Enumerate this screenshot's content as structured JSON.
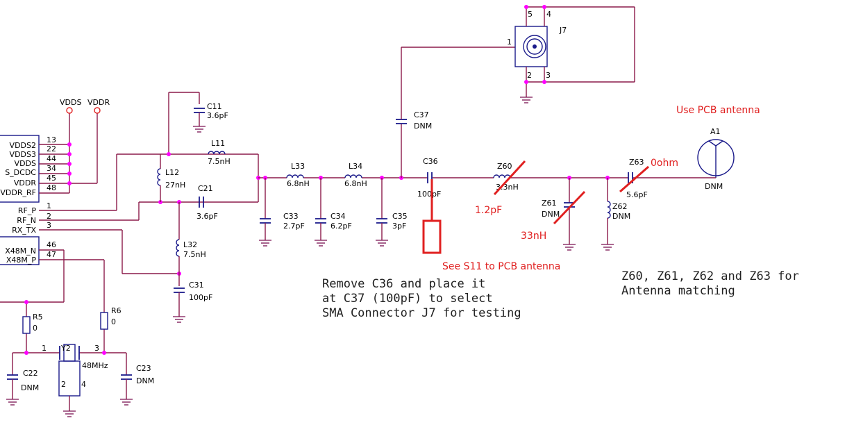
{
  "ic_pins": [
    {
      "name": "VDDS2",
      "num": "13"
    },
    {
      "name": "VDDS3",
      "num": "22"
    },
    {
      "name": "VDDS",
      "num": "44"
    },
    {
      "name": "S_DCDC",
      "num": "34"
    },
    {
      "name": "VDDR",
      "num": "45"
    },
    {
      "name": "VDDR_RF",
      "num": "48"
    },
    {
      "name": "RF_P",
      "num": "1"
    },
    {
      "name": "RF_N",
      "num": "2"
    },
    {
      "name": "RX_TX",
      "num": "3"
    },
    {
      "name": "X48M_N",
      "num": "46"
    },
    {
      "name": "X48M_P",
      "num": "47"
    }
  ],
  "power": {
    "vdds": "VDDS",
    "vddr": "VDDR"
  },
  "parts": {
    "c11": {
      "ref": "C11",
      "val": "3.6pF"
    },
    "l11": {
      "ref": "L11",
      "val": "7.5nH"
    },
    "l12": {
      "ref": "L12",
      "val": "27nH"
    },
    "c21": {
      "ref": "C21",
      "val": "3.6pF"
    },
    "l32": {
      "ref": "L32",
      "val": "7.5nH"
    },
    "c31": {
      "ref": "C31",
      "val": "100pF"
    },
    "l33": {
      "ref": "L33",
      "val": "6.8nH"
    },
    "l34": {
      "ref": "L34",
      "val": "6.8nH"
    },
    "c33": {
      "ref": "C33",
      "val": "2.7pF"
    },
    "c34": {
      "ref": "C34",
      "val": "6.2pF"
    },
    "c35": {
      "ref": "C35",
      "val": "3pF"
    },
    "c37": {
      "ref": "C37",
      "val": "DNM"
    },
    "c36": {
      "ref": "C36",
      "val": "100pF"
    },
    "z60": {
      "ref": "Z60",
      "val": "3.3nH"
    },
    "z61": {
      "ref": "Z61",
      "val": "DNM"
    },
    "z62": {
      "ref": "Z62",
      "val": "DNM"
    },
    "z63": {
      "ref": "Z63",
      "val": "5.6pF"
    },
    "a1": {
      "ref": "A1",
      "val": "DNM"
    },
    "j7": {
      "ref": "J7",
      "p1": "1",
      "p2": "2",
      "p3": "3",
      "p4": "4",
      "p5": "5"
    },
    "r5": {
      "ref": "R5",
      "val": "0"
    },
    "r6": {
      "ref": "R6",
      "val": "0"
    },
    "y2": {
      "ref": "Y2",
      "val": "48MHz",
      "p1": "1",
      "p2": "2",
      "p3": "3",
      "p4": "4"
    },
    "c22": {
      "ref": "C22",
      "val": "DNM"
    },
    "c23": {
      "ref": "C23",
      "val": "DNM"
    }
  },
  "annotations": {
    "use_pcb": "Use PCB antenna",
    "zero_ohm": "0ohm",
    "one_p_two": "1.2pF",
    "thirty_three": "33nH",
    "see_s11": "See S11 to PCB antenna",
    "remove_note": [
      "Remove C36 and place it",
      "at C37 (100pF) to select",
      "SMA Connector J7 for testing"
    ],
    "match_note": [
      "Z60, Z61, Z62 and Z63 for",
      "Antenna matching"
    ]
  }
}
